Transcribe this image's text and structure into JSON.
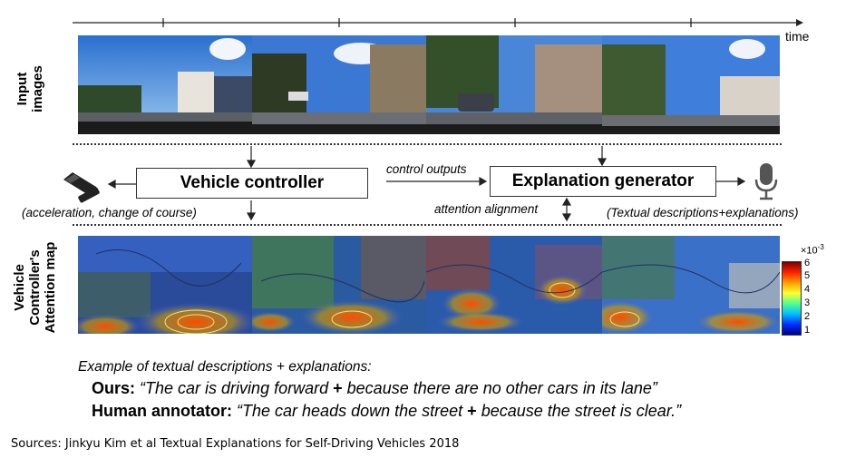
{
  "timeline": {
    "label": "time"
  },
  "rows": {
    "input_label": "Input\nimages",
    "attention_label": "Vehicle\nController's\nAttention map"
  },
  "boxes": {
    "vehicle_controller": "Vehicle controller",
    "explanation_generator": "Explanation generator"
  },
  "annotations": {
    "control_outputs": "control outputs",
    "attention_alignment": "attention alignment",
    "left_caption": "(acceleration, change of course)",
    "right_caption": "(Textual descriptions+explanations)"
  },
  "colorbar": {
    "exponent": "×10",
    "exponent_power": "-3",
    "ticks": [
      "6",
      "5",
      "4",
      "3",
      "2",
      "1"
    ],
    "colors": [
      "#7a0000",
      "#ff2000",
      "#ffa000",
      "#ffff30",
      "#50ff90",
      "#00c0ff",
      "#0030ff",
      "#00008a"
    ]
  },
  "example": {
    "heading": "Example of textual descriptions + explanations:",
    "ours_label": "Ours:",
    "ours_desc": "“The car is driving forward",
    "ours_expl": "because there are no other cars in its lane”",
    "human_label": "Human annotator:",
    "human_desc": "“The car heads down the street",
    "human_expl": "because the street is clear.”",
    "plus": "+"
  },
  "source": "Sources: Jinkyu Kim et al Textual Explanations for Self-Driving Vehicles 2018",
  "icons": [
    "pedal-icon",
    "microphone-icon"
  ]
}
